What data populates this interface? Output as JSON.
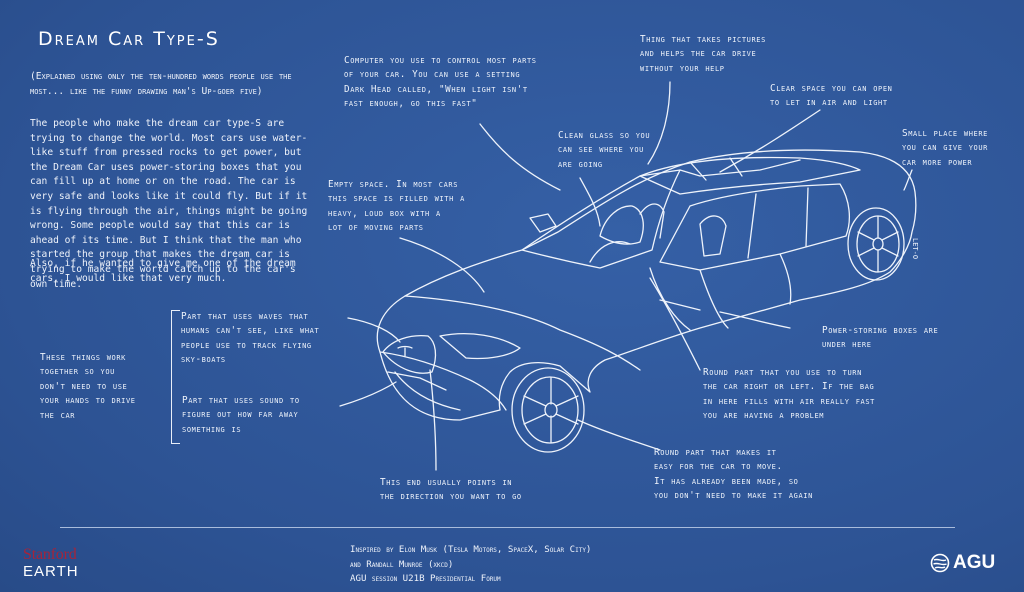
{
  "title": "Dream Car Type-S",
  "intro": {
    "p1": "(Explained using only the ten-hundred words people use the most... like the funny drawing man's Up-goer five)",
    "p2": "The people who make the dream car type-S are trying to change the world. Most cars use water-like stuff from pressed rocks to get power, but the Dream Car uses power-storing boxes that you can fill up at home or on the road. The car is very safe and looks like it could fly. But if it is flying through the air, things might be going wrong. Some people would say that this car is ahead of its time. But I think that the man who started the group that makes the dream car is trying to make the world catch up to the car's own time.",
    "p3": "Also, if he wanted to give me one of the dream cars, I would like that very much."
  },
  "notes": {
    "computer": "Computer you use to control most parts\nof your car.  You can use a setting\nDark Head called, \"When light isn't\nfast enough, go this fast\"",
    "camera": "Thing that takes pictures\nand helps the car drive\nwithout your help",
    "sunroof": "Clear space you can open\nto let in air and light",
    "charge": "Small place where\nyou can give your\ncar more power",
    "glass": "Clean glass so you\ncan see where you\nare going",
    "trunk": "Empty space. In most cars\nthis space is filled with a\nheavy, loud box with a\nlot of moving parts",
    "battery": "Power-storing boxes are\nunder here",
    "radar": "Part that uses waves that\nhumans can't see, like what\npeople use to track flying\nsky-boats",
    "sonar": "Part that uses sound to\nfigure out how far away\nsomething is",
    "together": "These things work\ntogether so you\ndon't need to use\nyour hands to drive\nthe car",
    "steering": "Round part that you use to turn\nthe car right or left.  If the bag\nin here fills with air really fast\nyou are having a problem",
    "front": "This end usually points in\nthe direction you want to go",
    "wheel": "Round part that makes it\neasy for the car to move.\nIt has already been made, so\nyou don't need to make it again"
  },
  "credits": {
    "line1": "Inspired by Elon Musk (Tesla Motors, SpaceX, Solar City)",
    "line2": "and Randall Munroe (xkcd)",
    "line3": "AGU session U21B Presidential Forum"
  },
  "logos": {
    "stanford_top": "Stanford",
    "stanford_bottom": "EARTH",
    "agu": "AGU",
    "stanford_color": "#a6243a"
  },
  "signature": "LET-O",
  "colors": {
    "background": "#2f5699",
    "line": "#eef3fb"
  }
}
